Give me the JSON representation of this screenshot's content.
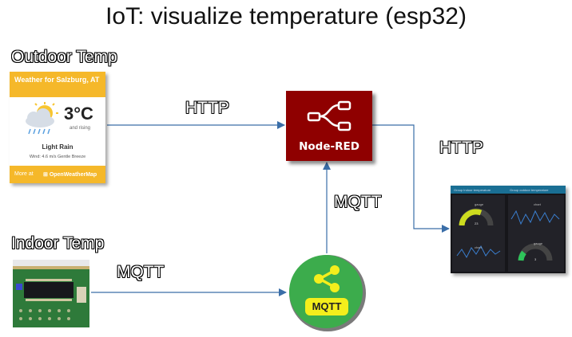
{
  "title": "IoT: visualize temperature (esp32)",
  "labels": {
    "outdoor": "Outdoor Temp",
    "indoor": "Indoor Temp"
  },
  "edges": {
    "http_in": "HTTP",
    "http_out": "HTTP",
    "mqtt_up": "MQTT",
    "mqtt_in": "MQTT"
  },
  "weather_card": {
    "header": "Weather for Salzburg, AT",
    "temperature": "3°C",
    "trend": "and rising",
    "condition": "Light Rain",
    "wind": "Wind: 4.6 m/s Gentle Breeze",
    "more": "More at",
    "provider": "OpenWeatherMap",
    "icon": "rain-cloud-icon"
  },
  "node_red": {
    "label": "Node-RED",
    "icon": "node-red-flow-icon",
    "color": "#8f0000"
  },
  "mqtt_broker": {
    "label": "MQTT",
    "icon": "share-icon",
    "color": "#3cac4c",
    "badge_color": "#f4ee1c"
  },
  "dashboard": {
    "tab_left": "Group Indoor temperature",
    "tab_right": "Group outdoor temperature",
    "gauge_label": "gauge",
    "chart_label": "chart",
    "gauge_indoor_value": "23",
    "gauge_outdoor_value": "3",
    "accent": "#1a6f94"
  },
  "colors": {
    "arrow": "#3a6ea8"
  }
}
